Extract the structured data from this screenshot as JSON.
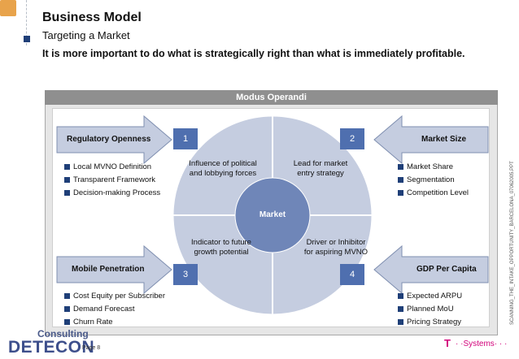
{
  "header": {
    "title": "Business Model",
    "subtitle": "Targeting a Market",
    "tagline": "It is more important to do what is strategically right than what is immediately profitable."
  },
  "diagram": {
    "header": "Modus Operandi",
    "center": "Market",
    "quadrants": [
      {
        "number": "1",
        "text_lines": [
          "Influence of political",
          "and lobbying forces"
        ]
      },
      {
        "number": "2",
        "text_lines": [
          "Lead for market",
          "entry strategy"
        ]
      },
      {
        "number": "3",
        "text_lines": [
          "Indicator to future",
          "growth potential"
        ]
      },
      {
        "number": "4",
        "text_lines": [
          "Driver or Inhibitor",
          "for aspiring MVNO"
        ]
      }
    ],
    "forces": [
      {
        "label": "Regulatory Openness",
        "bullets": [
          "Local MVNO Definition",
          "Transparent Framework",
          "Decision-making Process"
        ]
      },
      {
        "label": "Market Size",
        "bullets": [
          "Market Share",
          "Segmentation",
          "Competition Level"
        ]
      },
      {
        "label": "Mobile Penetration",
        "bullets": [
          "Cost Equity per Subscriber",
          "Demand Forecast",
          "Churn Rate"
        ]
      },
      {
        "label": "GDP Per Capita",
        "bullets": [
          "Expected ARPU",
          "Planned MoU",
          "Pricing Strategy"
        ]
      }
    ]
  },
  "footer": {
    "logo_top": "Consulting",
    "logo_main": "DETECON",
    "page_number": "Page 8",
    "brand_mark": "T",
    "brand_name": "· ·Systems· · ·",
    "side_filename": "SCANNING_THE_INTAKE_OPPORTUNITY_BARCELONA_07062005.PPT"
  },
  "colors": {
    "circle_fill": "#c5cde0",
    "center_fill": "#6f86b8",
    "arrow_fill": "#c5cde0",
    "number_fill": "#4f6faf",
    "accent_navy": "#1f3f78",
    "brand_magenta": "#d2007a"
  }
}
